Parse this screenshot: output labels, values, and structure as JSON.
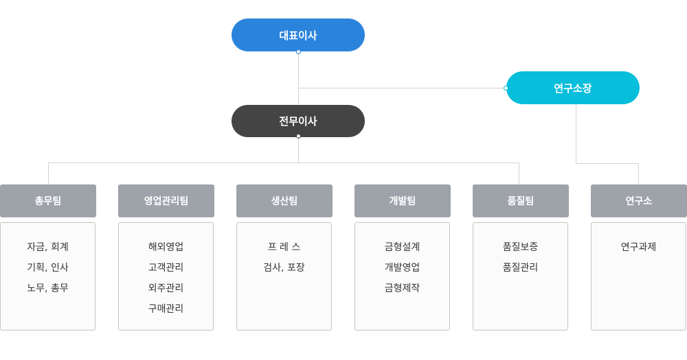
{
  "colors": {
    "ceo": "#2a84dc",
    "managing": "#444444",
    "research": "#07bedb",
    "team_header": "#9ea3aa",
    "line": "#d2d2d2"
  },
  "ceo": {
    "label": "대표이사"
  },
  "managing_director": {
    "label": "전무이사"
  },
  "research_director": {
    "label": "연구소장"
  },
  "teams": [
    {
      "name": "총무팀",
      "items": [
        "자금, 회계",
        "기획, 인사",
        "노무, 총무"
      ]
    },
    {
      "name": "영업관리팀",
      "items": [
        "해외영업",
        "고객관리",
        "외주관리",
        "구매관리"
      ]
    },
    {
      "name": "생산팀",
      "items": [
        "프 레 스",
        "검사, 포장"
      ]
    },
    {
      "name": "개발팀",
      "items": [
        "금형설계",
        "개발영업",
        "금형제작"
      ]
    },
    {
      "name": "품질팀",
      "items": [
        "품질보증",
        "품질관리"
      ]
    },
    {
      "name": "연구소",
      "items": [
        "연구과제"
      ]
    }
  ]
}
